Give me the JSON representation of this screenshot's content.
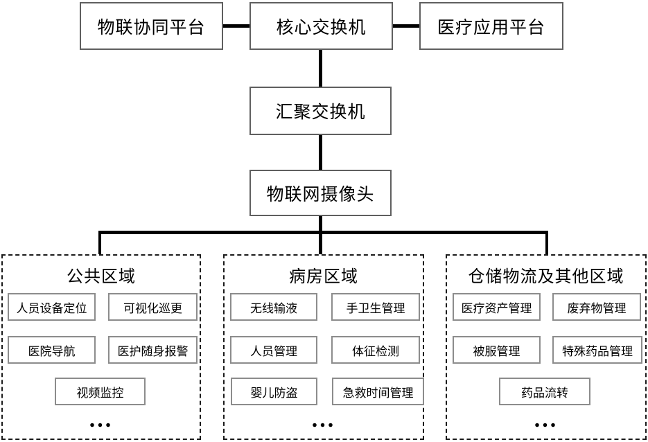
{
  "nodes": {
    "iot_platform": "物联协同平台",
    "core_switch": "核心交换机",
    "medical_platform": "医疗应用平台",
    "aggregation_switch": "汇聚交换机",
    "iot_camera": "物联网摄像头"
  },
  "areas": [
    {
      "title": "公共区域",
      "items": [
        "人员设备定位",
        "可视化巡更",
        "医院导航",
        "医护随身报警",
        "视频监控"
      ],
      "ellipsis": "..."
    },
    {
      "title": "病房区域",
      "items": [
        "无线输液",
        "手卫生管理",
        "人员管理",
        "体征检测",
        "婴儿防盗",
        "急救时间管理"
      ],
      "ellipsis": "..."
    },
    {
      "title": "仓储物流及其他区域",
      "items": [
        "医疗资产管理",
        "废弃物管理",
        "被服管理",
        "特殊药品管理",
        "药品流转"
      ],
      "ellipsis": "..."
    }
  ],
  "colors": {
    "background": "#ffffff",
    "text": "#000000",
    "connector": "#000000",
    "node_border": "#5f5f5f",
    "item_border": "#8c8c8c",
    "area_border": "#1a1a1a"
  }
}
